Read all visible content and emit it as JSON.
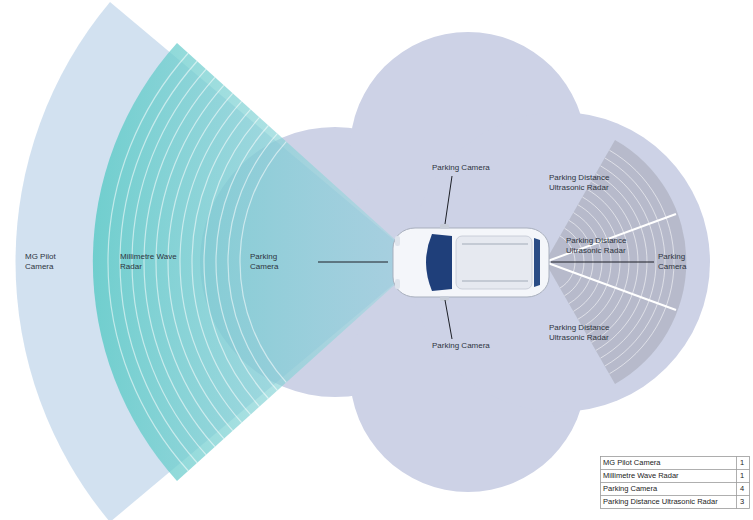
{
  "diagram": {
    "labels": [
      "MG Pilot Camera",
      "Millimetre Wave Radar",
      "Parking Camera",
      "Parking Camera",
      "Parking Distance Ultrasonic Radar",
      "Parking Distance Ultrasonic Radar",
      "Parking Camera",
      "Parking Camera",
      "Parking Distance Ultrasonic Radar",
      "MG Pilot Camera",
      "1",
      "Millimetre Wave Radar",
      "1",
      "Parking Camera",
      "4",
      "Parking Distance Ultrasonic Radar",
      "3"
    ]
  }
}
